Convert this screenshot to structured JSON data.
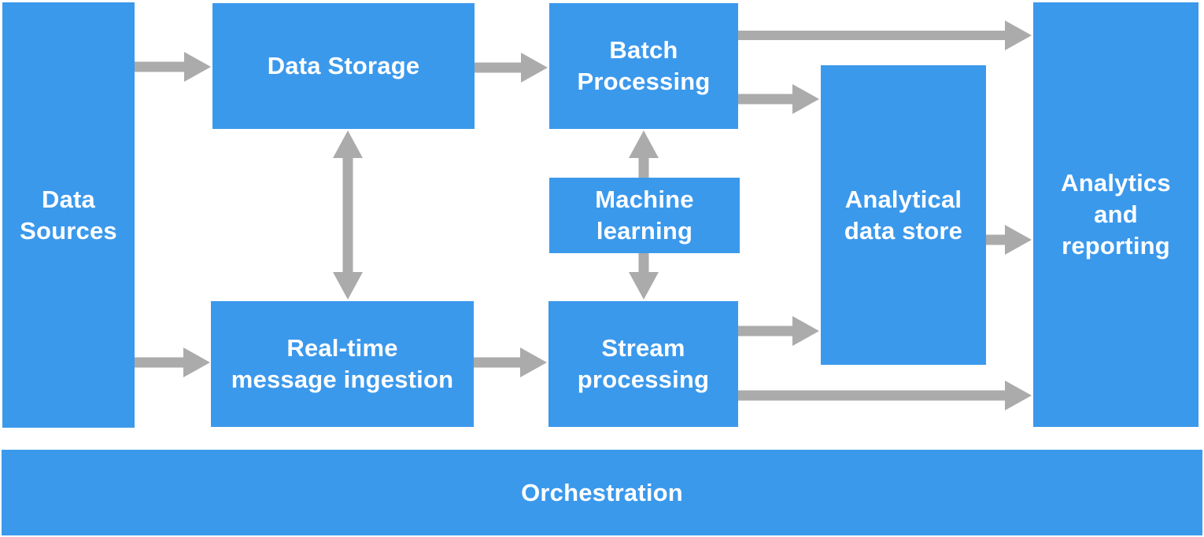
{
  "diagram": {
    "colors": {
      "box_blue": "#3B99EC",
      "arrow_gray": "#ABABAB",
      "label_text": "#FFFFFF",
      "background": "#FFFFFF"
    },
    "nodes": {
      "data_sources": {
        "label": "Data\nSources"
      },
      "data_storage": {
        "label": "Data Storage"
      },
      "batch_processing": {
        "label": "Batch\nProcessing"
      },
      "machine_learning": {
        "label": "Machine\nlearning"
      },
      "realtime_ingestion": {
        "label": "Real-time\nmessage ingestion"
      },
      "stream_processing": {
        "label": "Stream\nprocessing"
      },
      "analytical_data_store": {
        "label": "Analytical\ndata store"
      },
      "analytics_reporting": {
        "label": "Analytics\nand\nreporting"
      },
      "orchestration": {
        "label": "Orchestration"
      }
    },
    "edges": [
      {
        "from": "Data Sources",
        "to": "Data Storage"
      },
      {
        "from": "Data Sources",
        "to": "Real-time message ingestion"
      },
      {
        "from": "Data Storage",
        "to": "Batch Processing"
      },
      {
        "from": "Data Storage",
        "to": "Real-time message ingestion",
        "bidirectional": true
      },
      {
        "from": "Real-time message ingestion",
        "to": "Stream processing"
      },
      {
        "from": "Machine learning",
        "to": "Batch Processing"
      },
      {
        "from": "Machine learning",
        "to": "Stream processing"
      },
      {
        "from": "Batch Processing",
        "to": "Analytics and reporting"
      },
      {
        "from": "Batch Processing",
        "to": "Analytical data store"
      },
      {
        "from": "Stream processing",
        "to": "Analytical data store"
      },
      {
        "from": "Stream processing",
        "to": "Analytics and reporting"
      },
      {
        "from": "Analytical data store",
        "to": "Analytics and reporting"
      }
    ]
  }
}
